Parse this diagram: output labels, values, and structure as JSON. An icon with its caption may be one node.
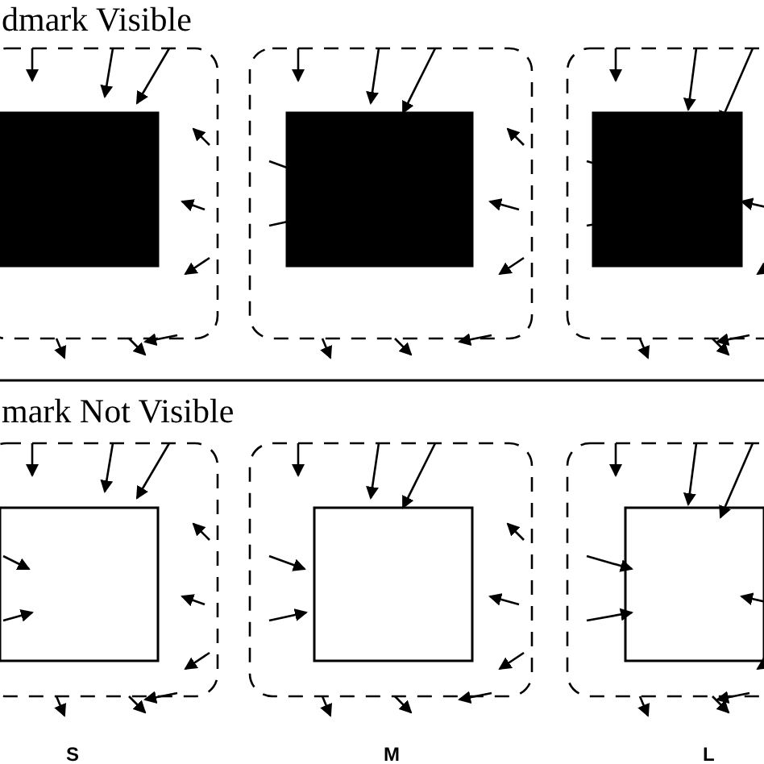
{
  "diagram": {
    "labels": [
      "dmark Visible",
      "mark Not Visible",
      "S",
      "M",
      "L"
    ]
  }
}
